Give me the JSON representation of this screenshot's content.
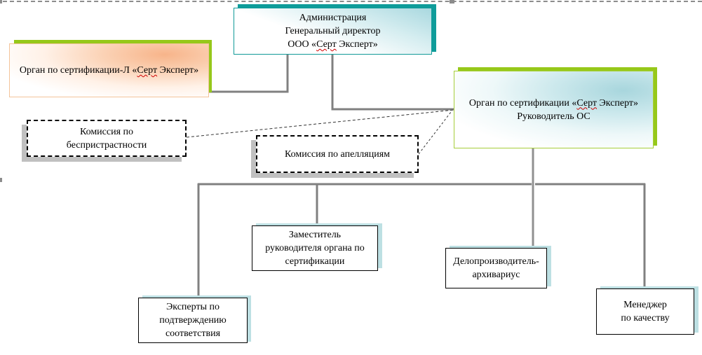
{
  "diagram": {
    "type": "org-chart",
    "nodes": {
      "admin": {
        "lines": [
          "Администрация",
          "Генеральный директор"
        ],
        "line3_prefix": "ООО «",
        "line3_marked": "Серт",
        "line3_suffix": " Эксперт»"
      },
      "org_lab": {
        "prefix": "Орган по сертификации-Л «",
        "marked": "Серт",
        "suffix": " Эксперт»"
      },
      "org_body": {
        "prefix": "Орган по сертификации «",
        "marked": "Серт",
        "suffix": " Эксперт»",
        "line2": "Руководитель ОС"
      },
      "impartiality_commission": {
        "lines": [
          "Комиссия по",
          "беспристрастности"
        ]
      },
      "appeals_commission": {
        "lines": [
          "Комиссия по апелляциям"
        ]
      },
      "deputy_head": {
        "lines": [
          "Заместитель",
          "руководителя органа по",
          "сертификации"
        ]
      },
      "clerk_archivist": {
        "lines": [
          "Делопроизводитель-",
          "архивариус"
        ]
      },
      "experts": {
        "lines": [
          "Эксперты по",
          "подтверждению",
          "соответствия"
        ]
      },
      "quality_manager": {
        "lines": [
          "Менеджер",
          "по качеству"
        ]
      }
    },
    "edges": [
      {
        "from": "admin",
        "to": "org_lab",
        "style": "solid"
      },
      {
        "from": "admin",
        "to": "org_body",
        "style": "solid"
      },
      {
        "from": "org_body",
        "to": "impartiality_commission",
        "style": "dashed"
      },
      {
        "from": "org_body",
        "to": "appeals_commission",
        "style": "dashed"
      },
      {
        "from": "org_body",
        "to": "deputy_head",
        "style": "solid"
      },
      {
        "from": "org_body",
        "to": "clerk_archivist",
        "style": "solid"
      },
      {
        "from": "org_body",
        "to": "experts",
        "style": "solid"
      },
      {
        "from": "org_body",
        "to": "quality_manager",
        "style": "solid"
      }
    ],
    "colors": {
      "connector": "#808080",
      "admin_border": "#119a98",
      "green_accent": "#96c81a",
      "orange_fill": "#f7b48a",
      "teal_fill": "#a8d6dd",
      "staff_shadow": "#bde0e3",
      "spellcheck_underline": "#d00000"
    }
  }
}
